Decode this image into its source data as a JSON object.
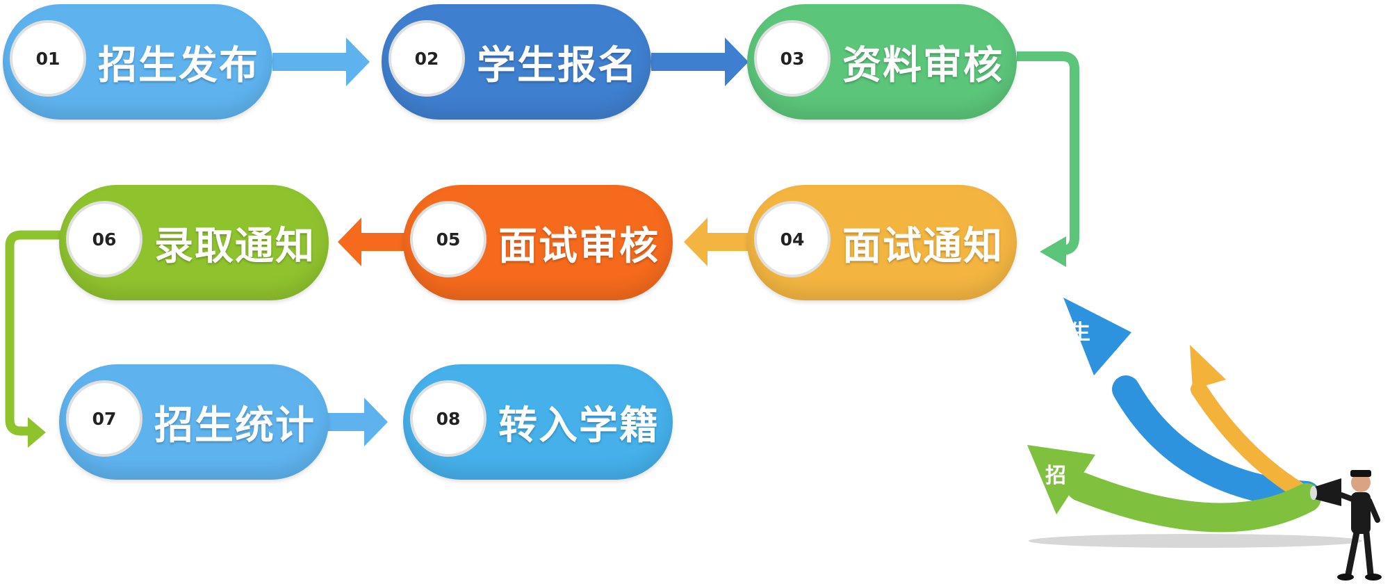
{
  "steps": [
    {
      "number": "01",
      "label": "招生发布",
      "color": "#5eb3ef"
    },
    {
      "number": "02",
      "label": "学生报名",
      "color": "#3f7fcf"
    },
    {
      "number": "03",
      "label": "资料审核",
      "color": "#5bc57a"
    },
    {
      "number": "04",
      "label": "面试通知",
      "color": "#f3b540"
    },
    {
      "number": "05",
      "label": "面试审核",
      "color": "#f56a1c"
    },
    {
      "number": "06",
      "label": "录取通知",
      "color": "#8fc32e"
    },
    {
      "number": "07",
      "label": "招生统计",
      "color": "#5eb3ef"
    },
    {
      "number": "08",
      "label": "转入学籍",
      "color": "#45b0ea"
    }
  ],
  "illustration": {
    "arrow_chars": [
      "生",
      "招"
    ],
    "arrow_colors": [
      "#2d93df",
      "#f3b23a",
      "#7fc13e"
    ]
  }
}
